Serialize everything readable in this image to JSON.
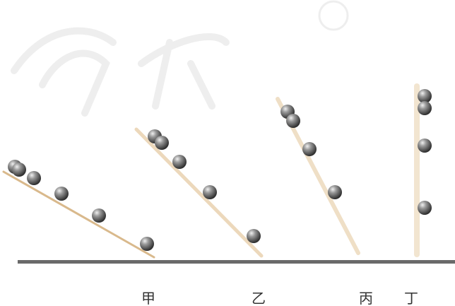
{
  "figure": {
    "captions": {
      "jia": "甲",
      "yi": "乙",
      "bing": "丙",
      "ding": "丁"
    },
    "watermark_text": "启 阅 ®",
    "colors": {
      "ground": "#6a6a6a",
      "incline": "#d9b98c",
      "ball_dark": "#3c3c3c",
      "ball_light": "#d9d9d9",
      "watermark": "#d8d8d8"
    },
    "inclines": [
      {
        "name": "甲",
        "ball_count": 6
      },
      {
        "name": "乙",
        "ball_count": 5
      },
      {
        "name": "丙",
        "ball_count": 4
      },
      {
        "name": "丁",
        "ball_count": 4
      }
    ]
  }
}
